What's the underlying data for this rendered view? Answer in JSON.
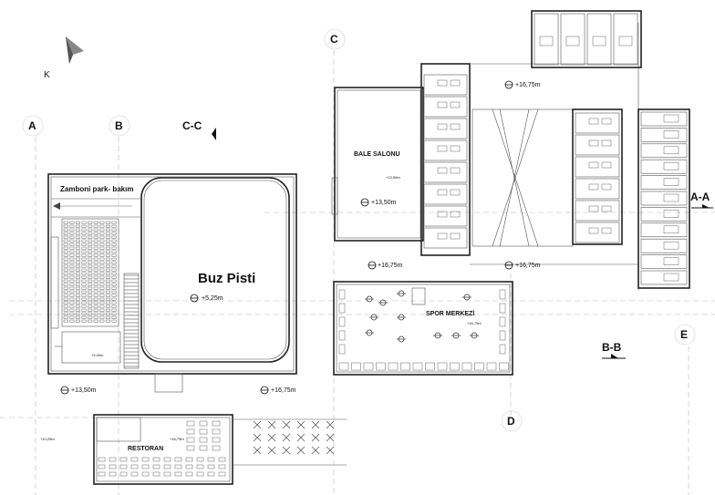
{
  "north_arrow": {
    "label": "K"
  },
  "grid_axes": {
    "A": "A",
    "B": "B",
    "C": "C",
    "D": "D",
    "E": "E"
  },
  "sections": {
    "cc": "C-C",
    "aa": "A-A",
    "bb": "B-B"
  },
  "rooms": {
    "zamboni": "Zamboni park- bakım",
    "rink": "Buz Pisti",
    "ballet": "BALE SALONU",
    "sports": "SPOR MERKEZİ",
    "restaurant": "RESTORAN"
  },
  "levels": {
    "rink_center": "+5,25m",
    "seating": "+4,00m",
    "ballet": "+13,50m",
    "ballet_small": "+13,50m",
    "corridor_top": "+16,75m",
    "corridor_mid_left": "+16,75m",
    "corridor_mid_right": "+16,75m",
    "sports": "+16,75m",
    "bottom_left": "+13,50m",
    "bottom_center": "+16,75m",
    "restaurant": "+16,75m",
    "restaurant_left": "+10,25m"
  }
}
